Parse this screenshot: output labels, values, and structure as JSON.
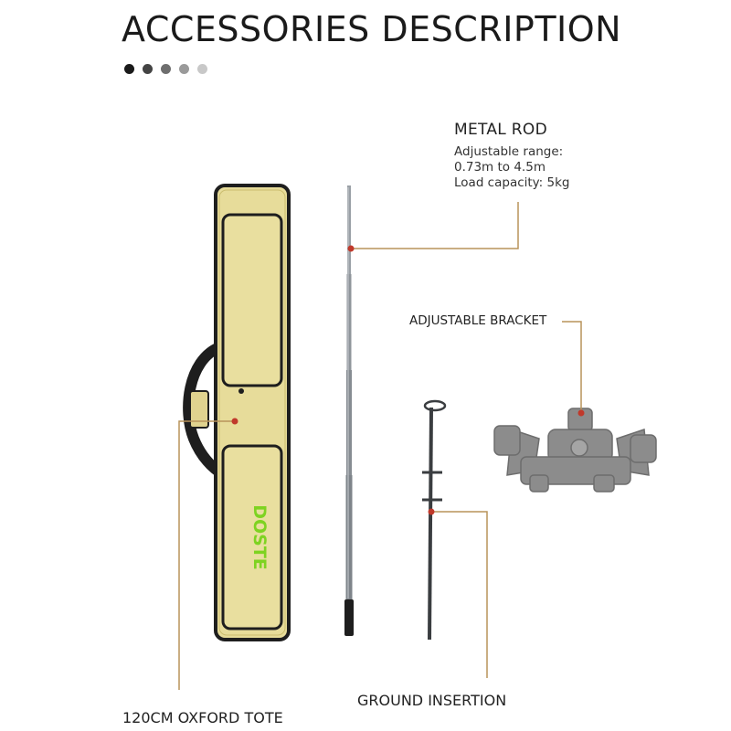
{
  "page": {
    "title": "ACCESSORIES DESCRIPTION",
    "indicator_dots": [
      "#1a1a1a",
      "#444444",
      "#6e6e6e",
      "#9a9a9a",
      "#c8c8c8"
    ]
  },
  "products": {
    "metal_rod": {
      "name": "METAL ROD",
      "specs": [
        "Adjustable range:",
        "0.73m to 4.5m",
        "Load capacity: 5kg"
      ]
    },
    "bracket": {
      "name": "ADJUSTABLE BRACKET"
    },
    "ground_insertion": {
      "name": "GROUND INSERTION"
    },
    "tote": {
      "name": "120CM OXFORD TOTE",
      "bag_print": "DOSTE"
    }
  },
  "colors": {
    "callout_line": "#b8935a",
    "marker": "#c0392b",
    "bag_fabric": "#e7dc9a",
    "bag_trim": "#1e1e1e",
    "bracket_gray": "#8c8c8c",
    "logo_green": "#7ed321"
  }
}
